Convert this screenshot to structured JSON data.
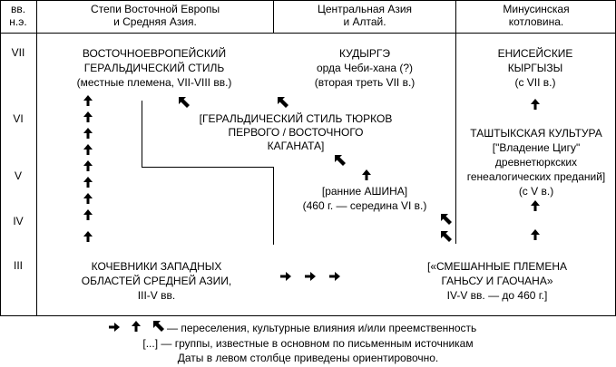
{
  "header": {
    "col0": [
      "вв.",
      "н.э."
    ],
    "col1": [
      "Степи Восточной  Европы",
      "и Средняя Азия."
    ],
    "col2": [
      "Центральная Азия",
      "и Алтай."
    ],
    "col3": [
      "Минусинская",
      "котловина."
    ]
  },
  "centuries": [
    "VII",
    "VI",
    "V",
    "IV",
    "III"
  ],
  "blocks": {
    "eastern_european": [
      "ВОСТОЧНОЕВРОПЕЙСКИЙ",
      "ГЕРАЛЬДИЧЕСКИЙ  СТИЛЬ",
      "(местные племена, VII-VIII вв.)"
    ],
    "kudyrge": [
      "КУДЫРГЭ",
      "орда Чеби-хана (?)",
      "(вторая треть VII в.)"
    ],
    "yenisei": [
      "ЕНИСЕЙСКИЕ",
      "КЫРГЫЗЫ",
      "(с VII в.)"
    ],
    "heraldic_turks": [
      "[ГЕРАЛЬДИЧЕСКИЙ СТИЛЬ  ТЮРКОВ",
      "ПЕРВОГО / ВОСТОЧНОГО",
      "КАГАНАТА]"
    ],
    "tashtyk": [
      "ТАШТЫКСКАЯ КУЛЬТУРА",
      "[\"Владение Цигу\"",
      "древнетюркских",
      "генеалогических преданий]",
      "(с V в.)"
    ],
    "ashina": [
      "[ранние АШИНА]",
      "(460 г. — середина VI в.)"
    ],
    "nomads": [
      "КОЧЕВНИКИ ЗАПАДНЫХ",
      "ОБЛАСТЕЙ СРЕДНЕЙ АЗИИ,",
      "III-V вв."
    ],
    "mixed": [
      "[«СМЕШАННЫЕ ПЛЕМЕНА",
      "ГАНЬСУ И ГАОЧАНА»",
      "IV-V вв. — до 460 г.]"
    ]
  },
  "legend": {
    "arrows_text": " — переселения, культурные влияния  и/или преемственность",
    "brackets_text": "[...] — группы, известные в основном по письменным источникам",
    "dates_text": "Даты в левом столбце приведены ориентировочно."
  }
}
